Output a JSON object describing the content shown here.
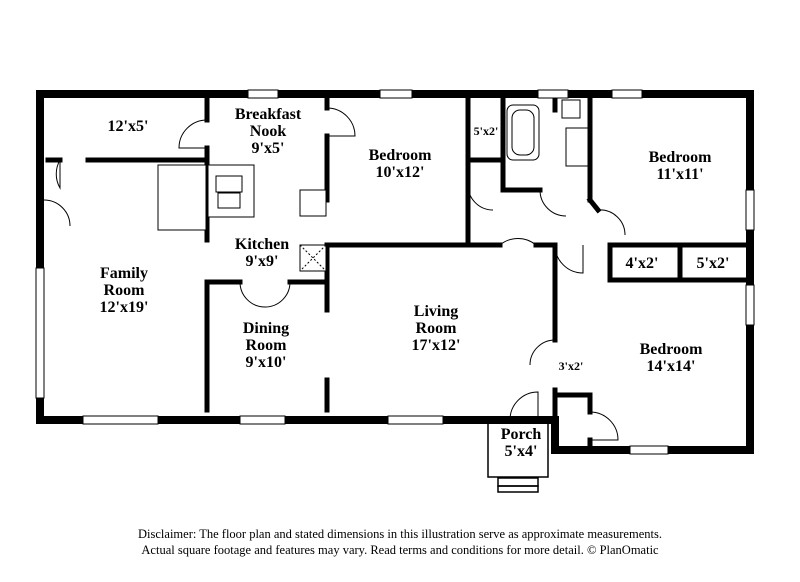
{
  "rooms": {
    "storage_top_left": {
      "dims": "12'x5'"
    },
    "breakfast_nook": {
      "name_line1": "Breakfast",
      "name_line2": "Nook",
      "dims": "9'x5'"
    },
    "bedroom_top": {
      "name": "Bedroom",
      "dims": "10'x12'"
    },
    "closet_top": {
      "dims": "5'x2'"
    },
    "bedroom_right_top": {
      "name": "Bedroom",
      "dims": "11'x11'"
    },
    "closet_right_a": {
      "dims": "4'x2'"
    },
    "closet_right_b": {
      "dims": "5'x2'"
    },
    "kitchen": {
      "name": "Kitchen",
      "dims": "9'x9'"
    },
    "family_room": {
      "name_line1": "Family",
      "name_line2": "Room",
      "dims": "12'x19'"
    },
    "dining_room": {
      "name_line1": "Dining",
      "name_line2": "Room",
      "dims": "9'x10'"
    },
    "living_room": {
      "name_line1": "Living",
      "name_line2": "Room",
      "dims": "17'x12'"
    },
    "closet_hall": {
      "dims": "3'x2'"
    },
    "bedroom_right_bottom": {
      "name": "Bedroom",
      "dims": "14'x14'"
    },
    "porch": {
      "name": "Porch",
      "dims": "5'x4'"
    }
  },
  "disclaimer": {
    "line1": "Disclaimer: The floor plan and stated dimensions in this illustration serve as approximate measurements.",
    "line2": "Actual square footage and features may vary. Read terms and conditions for more detail. © PlanOmatic"
  }
}
